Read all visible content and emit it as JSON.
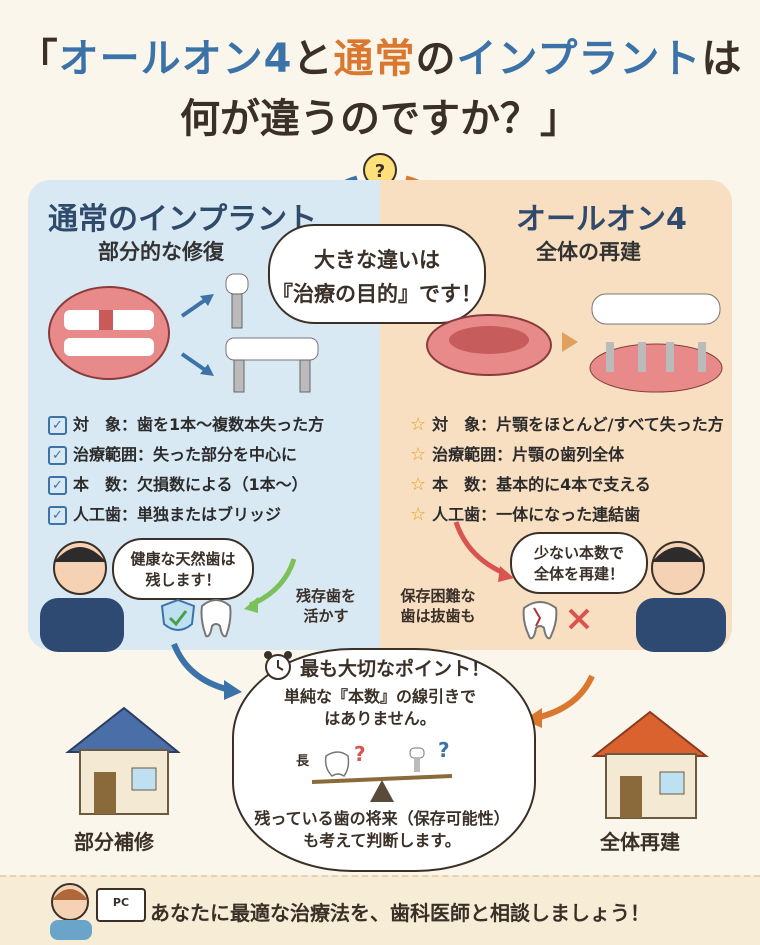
{
  "title": {
    "line1_open": "「",
    "line1_part1": "オールオン4",
    "line1_part2": "と",
    "line1_part3": "通常",
    "line1_part4": "の",
    "line1_part5": "インプラント",
    "line1_part6": "は",
    "line2": "何が違うのですか？」"
  },
  "center_bubble": {
    "line1": "大きな違いは",
    "line2": "『治療の目的』です！"
  },
  "left": {
    "heading": "通常のインプラント",
    "subheading": "部分的な修復",
    "items": [
      "対　象：歯を1本〜複数本失った方",
      "治療範囲：失った部分を中心に",
      "本　数：欠損数による（1本〜）",
      "人工歯：単独またはブリッジ"
    ],
    "doctor_bubble_1": "健康な天然歯は",
    "doctor_bubble_2": "残します！",
    "note_1": "残存歯を",
    "note_2": "活かす",
    "house_label": "部分補修"
  },
  "right": {
    "heading": "オールオン4",
    "subheading": "全体の再建",
    "items": [
      "対　象：片顎をほとんど/すべて失った方",
      "治療範囲：片顎の歯列全体",
      "本　数：基本的に4本で支える",
      "人工歯：一体になった連結歯"
    ],
    "doctor_bubble_1": "少ない本数で",
    "doctor_bubble_2": "全体を再建！",
    "note_1": "保存困難な",
    "note_2": "歯は抜歯も",
    "house_label": "全体再建"
  },
  "important": {
    "heading": "最も大切なポイント！",
    "line1": "単純な『本数』の線引きで",
    "line2": "はありません。",
    "scale_left": "長",
    "q1": "?",
    "q2": "?",
    "line3": "残っている歯の将来（保存可能性）",
    "line4": "も考えて判断します。"
  },
  "footer": {
    "text": "あなたに最適な治療法を、歯科医師と相談しましょう！",
    "laptop_label": "PC"
  },
  "colors": {
    "blue": "#3b72a8",
    "orange": "#d9782e",
    "left_panel": "#d8e9f4",
    "right_panel": "#f8dfc2"
  }
}
